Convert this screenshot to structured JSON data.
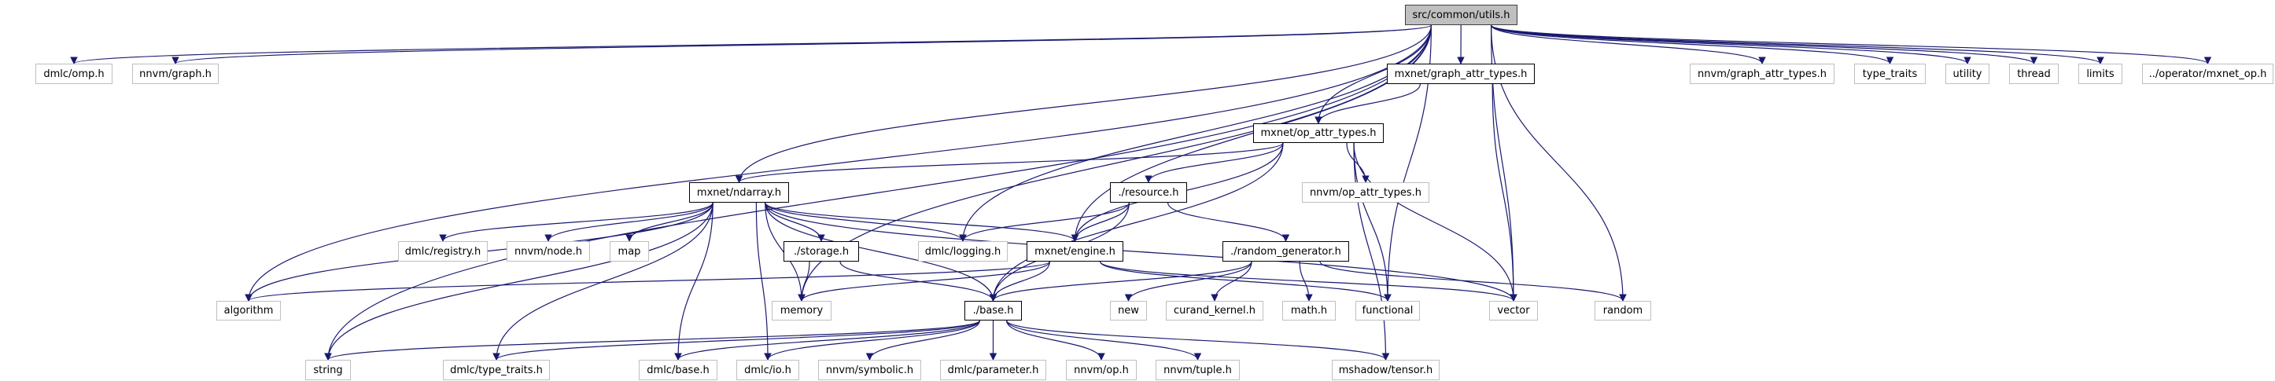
{
  "edge_color": "#191970",
  "nodes": [
    {
      "id": "utils",
      "label": "src/common/utils.h",
      "kind": "root"
    },
    {
      "id": "omp",
      "label": "dmlc/omp.h",
      "kind": "ext"
    },
    {
      "id": "graph",
      "label": "nnvm/graph.h",
      "kind": "ext"
    },
    {
      "id": "mgat",
      "label": "mxnet/graph_attr_types.h",
      "kind": "doc"
    },
    {
      "id": "ngat",
      "label": "nnvm/graph_attr_types.h",
      "kind": "ext"
    },
    {
      "id": "type_traits",
      "label": "type_traits",
      "kind": "ext"
    },
    {
      "id": "utility",
      "label": "utility",
      "kind": "ext"
    },
    {
      "id": "thread",
      "label": "thread",
      "kind": "ext"
    },
    {
      "id": "limits",
      "label": "limits",
      "kind": "ext"
    },
    {
      "id": "mxnet_op",
      "label": "../operator/mxnet_op.h",
      "kind": "ext"
    },
    {
      "id": "moat",
      "label": "mxnet/op_attr_types.h",
      "kind": "doc"
    },
    {
      "id": "ndarray",
      "label": "mxnet/ndarray.h",
      "kind": "doc"
    },
    {
      "id": "resource",
      "label": "./resource.h",
      "kind": "doc"
    },
    {
      "id": "noat",
      "label": "nnvm/op_attr_types.h",
      "kind": "ext"
    },
    {
      "id": "registry",
      "label": "dmlc/registry.h",
      "kind": "ext"
    },
    {
      "id": "node",
      "label": "nnvm/node.h",
      "kind": "ext"
    },
    {
      "id": "map",
      "label": "map",
      "kind": "ext"
    },
    {
      "id": "storage",
      "label": "./storage.h",
      "kind": "doc"
    },
    {
      "id": "logging",
      "label": "dmlc/logging.h",
      "kind": "ext"
    },
    {
      "id": "engine",
      "label": "mxnet/engine.h",
      "kind": "doc"
    },
    {
      "id": "randgen",
      "label": "./random_generator.h",
      "kind": "doc"
    },
    {
      "id": "algorithm",
      "label": "algorithm",
      "kind": "ext"
    },
    {
      "id": "memory",
      "label": "memory",
      "kind": "ext"
    },
    {
      "id": "base",
      "label": "./base.h",
      "kind": "doc"
    },
    {
      "id": "new",
      "label": "new",
      "kind": "ext"
    },
    {
      "id": "curand",
      "label": "curand_kernel.h",
      "kind": "ext"
    },
    {
      "id": "math",
      "label": "math.h",
      "kind": "ext"
    },
    {
      "id": "functional",
      "label": "functional",
      "kind": "ext"
    },
    {
      "id": "vector",
      "label": "vector",
      "kind": "ext"
    },
    {
      "id": "random",
      "label": "random",
      "kind": "ext"
    },
    {
      "id": "string",
      "label": "string",
      "kind": "ext"
    },
    {
      "id": "dtt",
      "label": "dmlc/type_traits.h",
      "kind": "ext"
    },
    {
      "id": "dbase",
      "label": "dmlc/base.h",
      "kind": "ext"
    },
    {
      "id": "dio",
      "label": "dmlc/io.h",
      "kind": "ext"
    },
    {
      "id": "symbolic",
      "label": "nnvm/symbolic.h",
      "kind": "ext"
    },
    {
      "id": "parameter",
      "label": "dmlc/parameter.h",
      "kind": "ext"
    },
    {
      "id": "nop",
      "label": "nnvm/op.h",
      "kind": "ext"
    },
    {
      "id": "tuple",
      "label": "nnvm/tuple.h",
      "kind": "ext"
    },
    {
      "id": "tensor",
      "label": "mshadow/tensor.h",
      "kind": "ext"
    }
  ],
  "edges": [
    [
      "utils",
      "omp"
    ],
    [
      "utils",
      "graph"
    ],
    [
      "utils",
      "string"
    ],
    [
      "utils",
      "algorithm"
    ],
    [
      "utils",
      "memory"
    ],
    [
      "utils",
      "ndarray"
    ],
    [
      "utils",
      "logging"
    ],
    [
      "utils",
      "engine"
    ],
    [
      "utils",
      "mgat"
    ],
    [
      "utils",
      "moat"
    ],
    [
      "utils",
      "functional"
    ],
    [
      "utils",
      "vector"
    ],
    [
      "utils",
      "random"
    ],
    [
      "utils",
      "ngat"
    ],
    [
      "utils",
      "type_traits"
    ],
    [
      "utils",
      "utility"
    ],
    [
      "utils",
      "thread"
    ],
    [
      "utils",
      "limits"
    ],
    [
      "utils",
      "mxnet_op"
    ],
    [
      "mgat",
      "moat"
    ],
    [
      "mgat",
      "vector"
    ],
    [
      "moat",
      "ndarray"
    ],
    [
      "moat",
      "engine"
    ],
    [
      "moat",
      "resource"
    ],
    [
      "moat",
      "noat"
    ],
    [
      "moat",
      "base"
    ],
    [
      "moat",
      "functional"
    ],
    [
      "moat",
      "vector"
    ],
    [
      "moat",
      "tensor"
    ],
    [
      "ndarray",
      "algorithm"
    ],
    [
      "ndarray",
      "string"
    ],
    [
      "ndarray",
      "dtt"
    ],
    [
      "ndarray",
      "registry"
    ],
    [
      "ndarray",
      "node"
    ],
    [
      "ndarray",
      "map"
    ],
    [
      "ndarray",
      "memory"
    ],
    [
      "ndarray",
      "dbase"
    ],
    [
      "ndarray",
      "dio"
    ],
    [
      "ndarray",
      "storage"
    ],
    [
      "ndarray",
      "base"
    ],
    [
      "ndarray",
      "logging"
    ],
    [
      "ndarray",
      "engine"
    ],
    [
      "ndarray",
      "vector"
    ],
    [
      "resource",
      "logging"
    ],
    [
      "resource",
      "engine"
    ],
    [
      "resource",
      "randgen"
    ],
    [
      "resource",
      "base"
    ],
    [
      "storage",
      "memory"
    ],
    [
      "storage",
      "base"
    ],
    [
      "engine",
      "memory"
    ],
    [
      "engine",
      "base"
    ],
    [
      "engine",
      "algorithm"
    ],
    [
      "engine",
      "functional"
    ],
    [
      "engine",
      "vector"
    ],
    [
      "randgen",
      "base"
    ],
    [
      "randgen",
      "new"
    ],
    [
      "randgen",
      "curand"
    ],
    [
      "randgen",
      "math"
    ],
    [
      "randgen",
      "random"
    ],
    [
      "base",
      "string"
    ],
    [
      "base",
      "dtt"
    ],
    [
      "base",
      "dbase"
    ],
    [
      "base",
      "dio"
    ],
    [
      "base",
      "symbolic"
    ],
    [
      "base",
      "parameter"
    ],
    [
      "base",
      "nop"
    ],
    [
      "base",
      "tuple"
    ],
    [
      "base",
      "tensor"
    ]
  ]
}
